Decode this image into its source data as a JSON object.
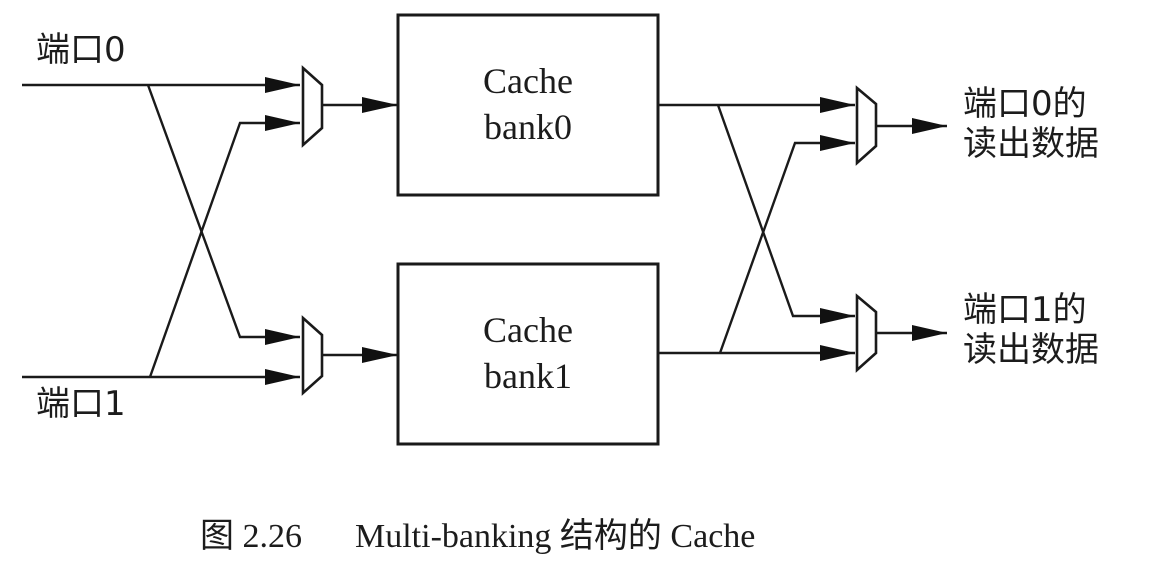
{
  "inputs": {
    "port0": "端口0",
    "port1": "端口1"
  },
  "banks": [
    {
      "line1": "Cache",
      "line2": "bank0"
    },
    {
      "line1": "Cache",
      "line2": "bank1"
    }
  ],
  "outputs": [
    {
      "line1": "端口0的",
      "line2": "读出数据"
    },
    {
      "line1": "端口1的",
      "line2": "读出数据"
    }
  ],
  "caption": {
    "number": "图 2.26",
    "text": "Multi-banking 结构的 Cache"
  },
  "colors": {
    "line": "#1a1a1a",
    "background": "#ffffff"
  }
}
